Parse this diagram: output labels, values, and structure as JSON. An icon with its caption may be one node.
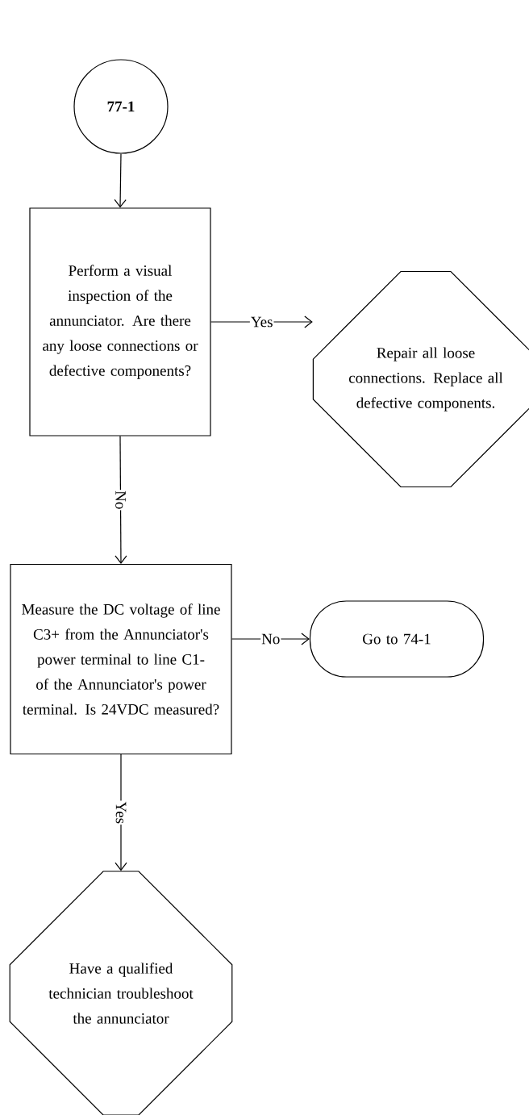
{
  "diagram": {
    "nodes": [
      {
        "text": [
          "77-1"
        ]
      },
      {
        "text": [
          "Perform a visual inspection of the annunciator. Are there any loose connections or defective components?"
        ]
      },
      {
        "text": [
          "Repair all loose connections. Replace all defective components."
        ]
      },
      {
        "text": [
          "Measure the DC voltage of line C3+ from the Annunciator's power terminal to line C1- of the Annunciator's power terminal. Is 24VDC measured?"
        ]
      },
      {
        "text": [
          "Go to 74-1"
        ]
      },
      {
        "text": [
          "Have a qualified technician troubleshoot the annunciator"
        ]
      }
    ],
    "edges": [
      {
        "from": 0,
        "to": 1,
        "arrow": "to"
      },
      {
        "from": 1,
        "to": 2,
        "arrow": "to",
        "label": "Yes"
      },
      {
        "from": 1,
        "to": 3,
        "arrow": "to",
        "label": "No"
      },
      {
        "from": 3,
        "to": 4,
        "arrow": "to",
        "label": "No"
      },
      {
        "from": 3,
        "to": 5,
        "arrow": "to",
        "label": "Yes"
      }
    ]
  }
}
